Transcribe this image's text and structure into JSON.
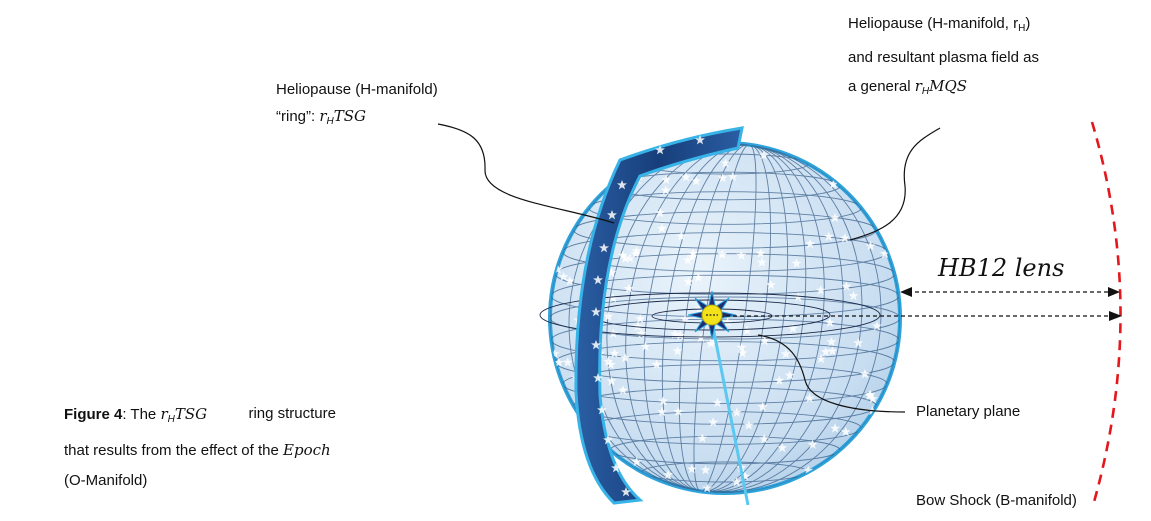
{
  "labels": {
    "heliopause_ring_line1": "Heliopause (H-manifold)",
    "heliopause_ring_line2_prefix": "“ring”: ",
    "heliopause_ring_math_r": "r",
    "heliopause_ring_math_sub": "H",
    "heliopause_ring_math_rest": "TSG",
    "heliopause_field_line1_prefix": "Heliopause (H-manifold, r",
    "heliopause_field_line1_sub": "H",
    "heliopause_field_line1_suffix": ")",
    "heliopause_field_line2": "and resultant plasma field as",
    "heliopause_field_line3_prefix": "a general ",
    "heliopause_field_math_r": "r",
    "heliopause_field_math_sub": "H",
    "heliopause_field_math_rest": "MQS",
    "lens_math": "HB12 lens",
    "planetary_plane": "Planetary plane",
    "bow_shock": "Bow Shock (B-manifold)"
  },
  "caption": {
    "bold_prefix": "Figure 4",
    "colon": ":  The ",
    "math_r": "r",
    "math_sub": "H",
    "math_rest": "TSG",
    "after_math": " ring structure",
    "line2_prefix": "that results from the effect of the ",
    "line2_math": "Epoch",
    "line3": "(O-Manifold)"
  },
  "colors": {
    "sphere_fill": "#cfe3f3",
    "sphere_edge": "#2ea3dc",
    "grid_line": "#3a5f8a",
    "ring_fill": "#1f4c8c",
    "ring_edge": "#38b3e8",
    "bow_shock": "#e3171c",
    "sun_core": "#f3e21a",
    "sun_star": "#1c2f73"
  },
  "icons": {
    "sun": "star-sun-icon",
    "stars_pattern": "star-pattern"
  }
}
